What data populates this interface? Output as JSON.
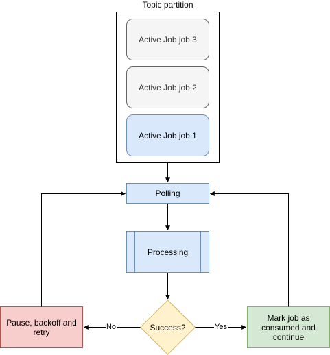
{
  "diagram": {
    "partition": {
      "title": "Topic partition",
      "jobs": [
        {
          "label": "Active Job job 3"
        },
        {
          "label": "Active Job job 2"
        },
        {
          "label": "Active Job job 1"
        }
      ]
    },
    "polling": {
      "label": "Polling"
    },
    "processing": {
      "label": "Processing"
    },
    "decision": {
      "label": "Success?"
    },
    "failure": {
      "label": "Pause, backoff and retry"
    },
    "success": {
      "label": "Mark job as consumed and continue"
    },
    "edges": {
      "no_label": "No",
      "yes_label": "Yes"
    },
    "colors": {
      "job_inactive_fill": "#f5f5f5",
      "job_inactive_stroke": "#666666",
      "job_active_fill": "#dae8fc",
      "job_active_stroke": "#6c8ebf",
      "process_fill": "#dae8fc",
      "process_stroke": "#6c8ebf",
      "decision_fill": "#fff2cc",
      "decision_stroke": "#d6b656",
      "failure_fill": "#f8cecc",
      "failure_stroke": "#b85450",
      "success_fill": "#d5e8d4",
      "success_stroke": "#82b366"
    }
  }
}
